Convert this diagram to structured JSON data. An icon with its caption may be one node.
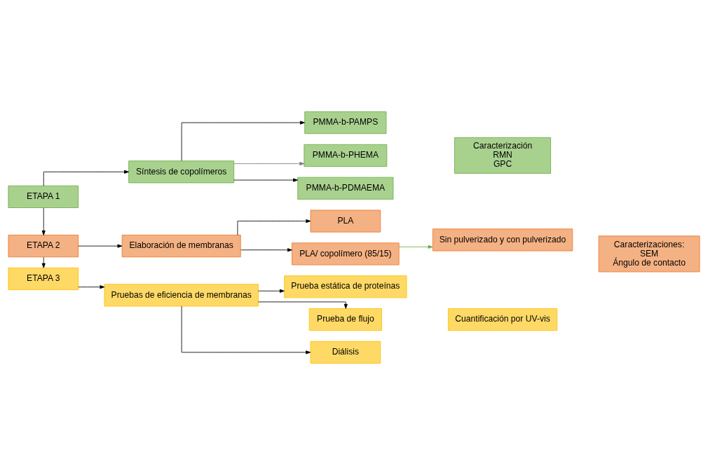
{
  "diagram": {
    "nodes": [
      {
        "text": [
          "ETAPA 1"
        ]
      },
      {
        "text": [
          "Síntesis de copolímeros"
        ]
      },
      {
        "text": [
          "PMMA-b-PAMPS"
        ]
      },
      {
        "text": [
          "PMMA-b-PHEMA"
        ]
      },
      {
        "text": [
          "PMMA-b-PDMAEMA"
        ]
      },
      {
        "text": [
          "Caracterización",
          "RMN",
          "GPC"
        ]
      },
      {
        "text": [
          "ETAPA 2"
        ]
      },
      {
        "text": [
          "Elaboración de membranas"
        ]
      },
      {
        "text": [
          "PLA"
        ]
      },
      {
        "text": [
          "PLA/ copolímero (85/15)"
        ]
      },
      {
        "text": [
          "Sin pulverizado y con pulverizado"
        ]
      },
      {
        "text": [
          "Caracterizaciones:",
          "SEM",
          "Ángulo de contacto"
        ]
      },
      {
        "text": [
          "ETAPA 3"
        ]
      },
      {
        "text": [
          "Pruebas de eficiencia de membranas"
        ]
      },
      {
        "text": [
          "Prueba estática de proteínas"
        ]
      },
      {
        "text": [
          "Prueba de flujo"
        ]
      },
      {
        "text": [
          "Diálisis"
        ]
      },
      {
        "text": [
          "Cuantificación por UV-vis"
        ]
      }
    ],
    "edges": [
      {
        "from": 0,
        "to": 1,
        "arrow": "to"
      },
      {
        "from": 1,
        "to": 2,
        "arrow": "to"
      },
      {
        "from": 1,
        "to": 3,
        "arrow": "to",
        "color": "#7f7f7f"
      },
      {
        "from": 1,
        "to": 4,
        "arrow": "to"
      },
      {
        "from": 0,
        "to": 6,
        "arrow": "to"
      },
      {
        "from": 6,
        "to": 7,
        "arrow": "to"
      },
      {
        "from": 7,
        "to": 8,
        "arrow": "to"
      },
      {
        "from": 7,
        "to": 9,
        "arrow": "to"
      },
      {
        "from": 9,
        "to": 10,
        "arrow": "to",
        "color": "#70ad47"
      },
      {
        "from": 6,
        "to": 12,
        "arrow": "to"
      },
      {
        "from": 12,
        "to": 13,
        "arrow": "to"
      },
      {
        "from": 13,
        "to": 14,
        "arrow": "to"
      },
      {
        "from": 13,
        "to": 15,
        "arrow": "to"
      },
      {
        "from": 13,
        "to": 16,
        "arrow": "to"
      }
    ]
  }
}
